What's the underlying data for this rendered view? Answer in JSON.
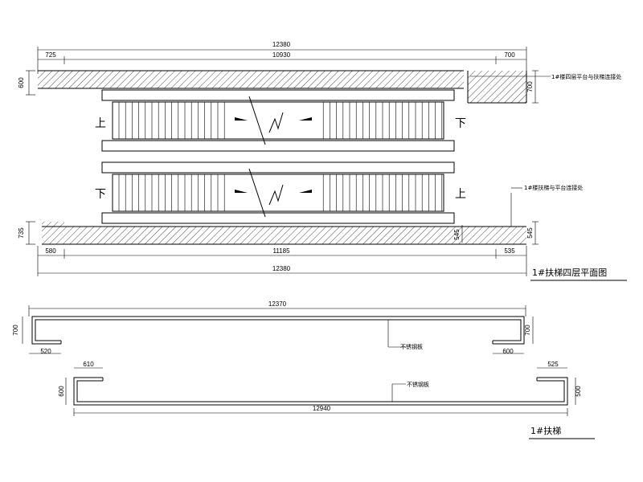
{
  "plan": {
    "dims": {
      "total_top": "12380",
      "top_left": "725",
      "top_mid": "10930",
      "top_right": "700",
      "left_top": "600",
      "right_top": "700",
      "left_bottom": "735",
      "right_bottom": "545",
      "mid_right": "545",
      "bottom_left": "580",
      "bottom_mid": "11185",
      "bottom_right": "535",
      "total_bottom": "12380"
    },
    "notes": {
      "top_right": "1#楼四层平台与扶梯连接处",
      "mid_right": "1#楼扶梯与平台连接处"
    },
    "glyphs": {
      "up_top": "上",
      "down_top": "下",
      "down_bottom": "下",
      "up_bottom": "上"
    },
    "title": "1#扶梯四层平面图"
  },
  "detail": {
    "dims": {
      "top_width": "12370",
      "top_left_h": "700",
      "top_left_w": "520",
      "top_right_h": "700",
      "top_right_w": "600",
      "bottom_left_w": "610",
      "bottom_left_h": "600",
      "bottom_right_w": "525",
      "bottom_right_h": "500",
      "bottom_width": "12940"
    },
    "notes": {
      "upper": "不锈钢板",
      "lower": "不锈钢板"
    },
    "title": "1#扶梯"
  },
  "colors": {
    "line": "#000000",
    "background": "#ffffff"
  }
}
